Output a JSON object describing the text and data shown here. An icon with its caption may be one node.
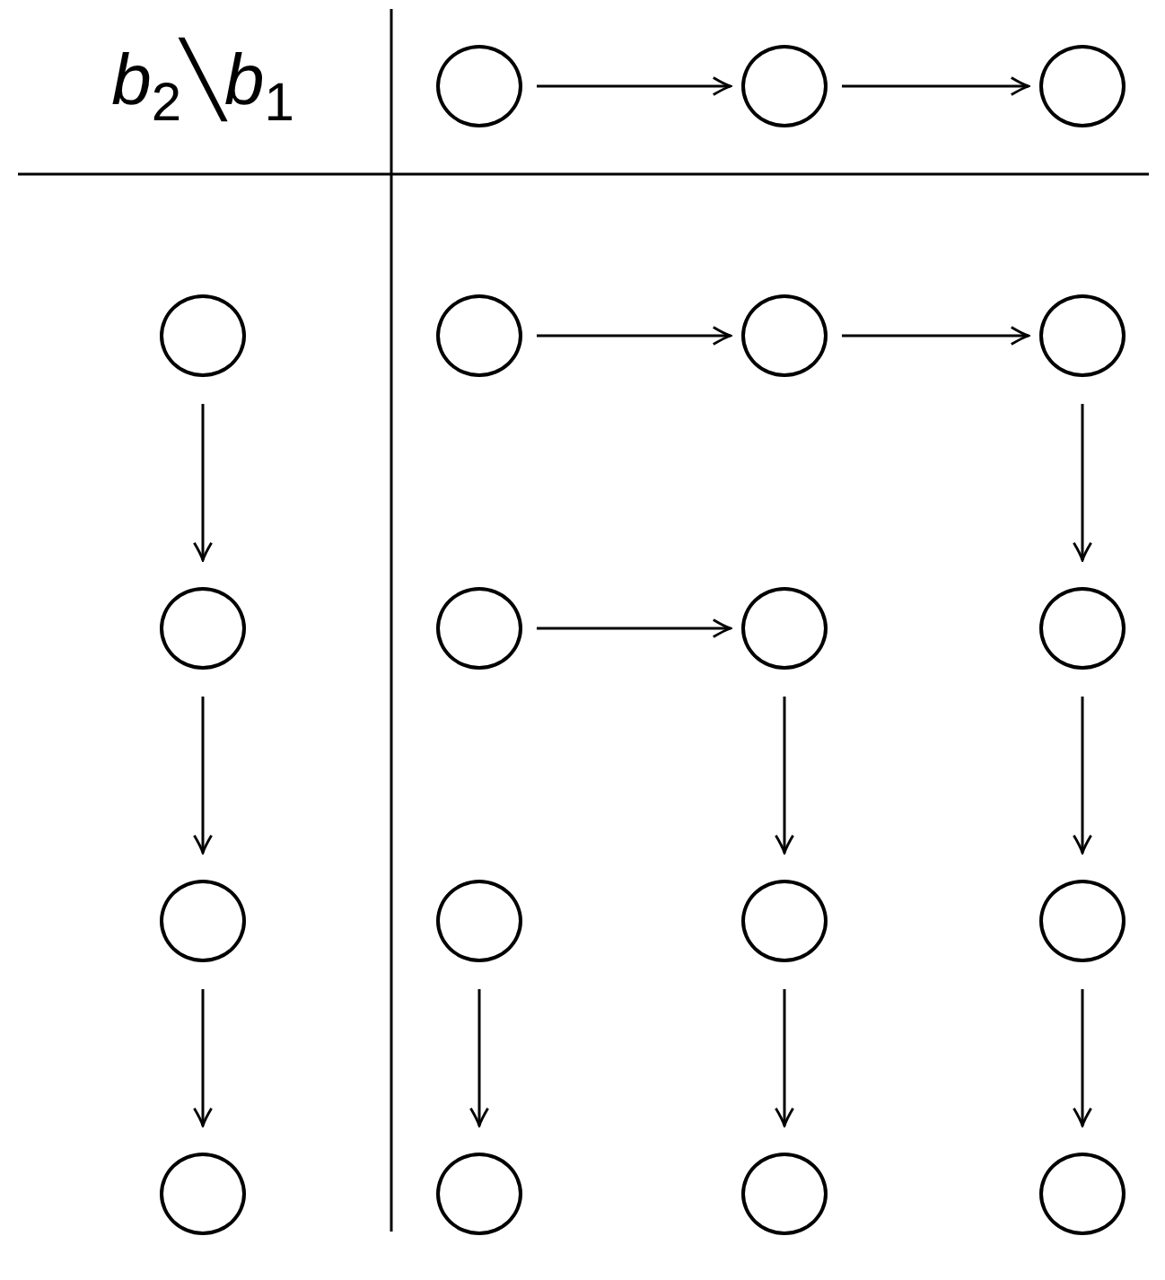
{
  "diagram": {
    "nodes": [
      {
        "text": [],
        "shape": "circle"
      },
      {
        "text": [],
        "shape": "circle"
      },
      {
        "text": [],
        "shape": "circle"
      },
      {
        "text": [],
        "shape": "circle"
      },
      {
        "text": [],
        "shape": "circle"
      },
      {
        "text": [],
        "shape": "circle"
      },
      {
        "text": [],
        "shape": "circle"
      },
      {
        "text": [],
        "shape": "circle"
      },
      {
        "text": [],
        "shape": "circle"
      },
      {
        "text": [],
        "shape": "circle"
      },
      {
        "text": [],
        "shape": "circle"
      },
      {
        "text": [],
        "shape": "circle"
      },
      {
        "text": [],
        "shape": "circle"
      },
      {
        "text": [],
        "shape": "circle"
      },
      {
        "text": [],
        "shape": "circle"
      },
      {
        "text": [],
        "shape": "circle"
      },
      {
        "text": [],
        "shape": "circle"
      },
      {
        "text": [],
        "shape": "circle"
      },
      {
        "text": [],
        "shape": "circle"
      }
    ],
    "edges": [
      {
        "from": 0,
        "to": 1,
        "arrow": "to"
      },
      {
        "from": 1,
        "to": 2,
        "arrow": "to"
      },
      {
        "from": 3,
        "to": 7,
        "arrow": "to"
      },
      {
        "from": 7,
        "to": 11,
        "arrow": "to"
      },
      {
        "from": 11,
        "to": 15,
        "arrow": "to"
      },
      {
        "from": 4,
        "to": 5,
        "arrow": "to"
      },
      {
        "from": 5,
        "to": 6,
        "arrow": "to"
      },
      {
        "from": 6,
        "to": 10,
        "arrow": "to"
      },
      {
        "from": 8,
        "to": 9,
        "arrow": "to"
      },
      {
        "from": 9,
        "to": 13,
        "arrow": "to"
      },
      {
        "from": 10,
        "to": 14,
        "arrow": "to"
      },
      {
        "from": 12,
        "to": 16,
        "arrow": "to"
      },
      {
        "from": 13,
        "to": 17,
        "arrow": "to"
      },
      {
        "from": 14,
        "to": 18,
        "arrow": "to"
      }
    ],
    "labels": [
      "*b*$_{2}$╲*b*$_{1}$"
    ]
  }
}
